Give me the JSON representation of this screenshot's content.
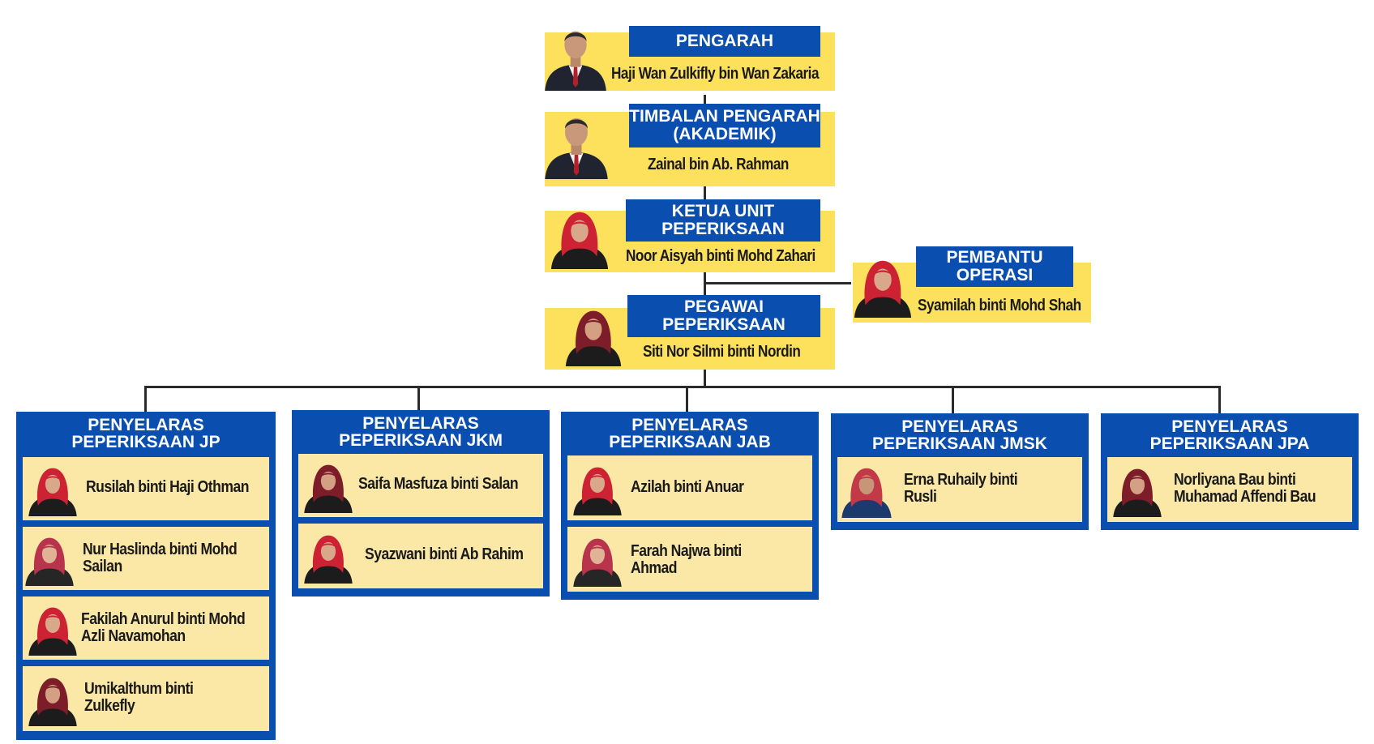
{
  "colors": {
    "accent_blue": "#0a4fb0",
    "highlight_yellow": "#fde15c",
    "card_yellow": "#fbe8a6",
    "line": "#2b2b2b"
  },
  "leaders": [
    {
      "title": "PENGARAH",
      "name": "Haji Wan Zulkifly bin Wan Zakaria"
    },
    {
      "title_line1": "TIMBALAN PENGARAH",
      "title_line2": "(AKADEMIK)",
      "name": "Zainal bin Ab. Rahman"
    },
    {
      "title_line1": "KETUA UNIT",
      "title_line2": "PEPERIKSAAN",
      "name": "Noor Aisyah binti Mohd Zahari"
    },
    {
      "title_line1": "PEGAWAI",
      "title_line2": "PEPERIKSAAN",
      "name": "Siti Nor Silmi binti Nordin"
    }
  ],
  "assistant": {
    "title_line1": "PEMBANTU",
    "title_line2": "OPERASI",
    "name": "Syamilah binti Mohd Shah"
  },
  "coordinators": [
    {
      "title_line1": "PENYELARAS",
      "title_line2": "PEPERIKSAAN JP",
      "members": [
        {
          "line1": "Rusilah binti Haji Othman",
          "line2": ""
        },
        {
          "line1": "Nur Haslinda binti Mohd",
          "line2": "Sailan"
        },
        {
          "line1": "Fakilah Anurul binti Mohd",
          "line2": "Azli Navamohan"
        },
        {
          "line1": "Umikalthum binti",
          "line2": "Zulkefly"
        }
      ]
    },
    {
      "title_line1": "PENYELARAS",
      "title_line2": "PEPERIKSAAN JKM",
      "members": [
        {
          "line1": "Saifa Masfuza binti Salan",
          "line2": ""
        },
        {
          "line1": "Syazwani binti Ab Rahim",
          "line2": ""
        }
      ]
    },
    {
      "title_line1": "PENYELARAS",
      "title_line2": "PEPERIKSAAN JAB",
      "members": [
        {
          "line1": "Azilah binti Anuar",
          "line2": ""
        },
        {
          "line1": "Farah Najwa binti",
          "line2": "Ahmad"
        }
      ]
    },
    {
      "title_line1": "PENYELARAS",
      "title_line2": "PEPERIKSAAN JMSK",
      "members": [
        {
          "line1": "Erna Ruhaily binti",
          "line2": "Rusli"
        }
      ]
    },
    {
      "title_line1": "PENYELARAS",
      "title_line2": "PEPERIKSAAN JPA",
      "members": [
        {
          "line1": "Norliyana Bau binti",
          "line2": "Muhamad Affendi Bau"
        }
      ]
    }
  ]
}
